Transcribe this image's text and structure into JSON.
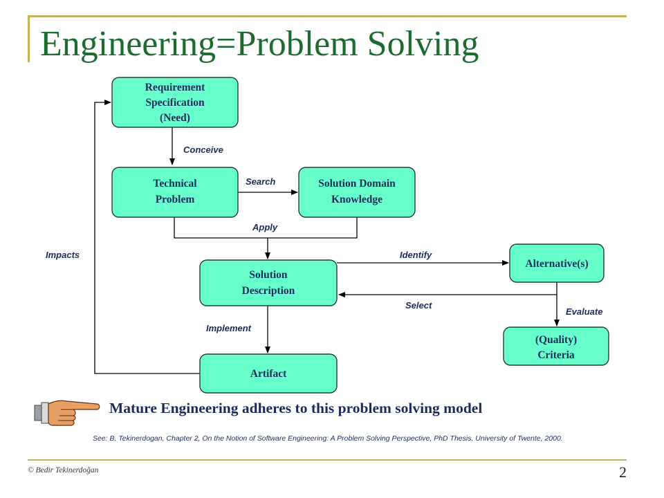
{
  "slide": {
    "title": "Engineering=Problem Solving",
    "statement": "Mature Engineering adheres to this problem solving model",
    "reference": "See: B. Tekinerdogan, Chapter 2, On the Notion of Software Engineering: A Problem Solving Perspective, PhD Thesis, University of Twente, 2000.",
    "copyright": "© Bedir Tekinerdoğan",
    "page_number": "2"
  },
  "diagram": {
    "node_color": "#66ffcc",
    "nodes": {
      "requirement": [
        "Requirement",
        "Specification",
        "(Need)"
      ],
      "technical_problem": [
        "Technical",
        "Problem"
      ],
      "solution_domain": [
        "Solution Domain",
        "Knowledge"
      ],
      "solution_description": [
        "Solution",
        "Description"
      ],
      "alternatives": [
        "Alternative(s)"
      ],
      "quality_criteria": [
        "(Quality)",
        "Criteria"
      ],
      "artifact": [
        "Artifact"
      ]
    },
    "edges": {
      "conceive": "Conceive",
      "search": "Search",
      "apply": "Apply",
      "identify": "Identify",
      "select": "Select",
      "evaluate": "Evaluate",
      "implement": "Implement",
      "impacts": "Impacts"
    }
  },
  "icons": {
    "pointer": "pointing-hand-icon"
  }
}
